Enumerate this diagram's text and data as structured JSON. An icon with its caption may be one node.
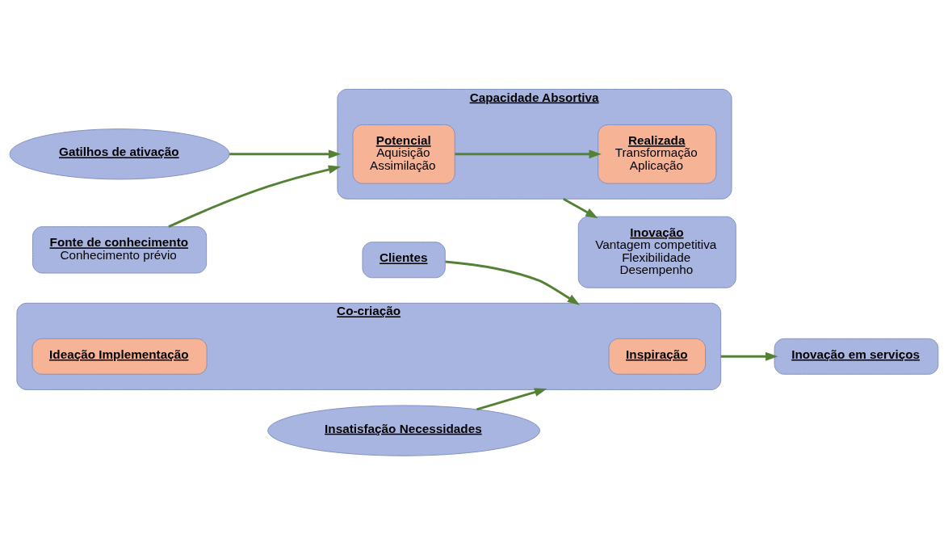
{
  "diagram": {
    "nodes": [
      {
        "text": [
          "Fonte de conhecimento",
          "Conhecimento prévio"
        ]
      },
      {
        "text": [
          "Capacidade Absortiva"
        ]
      },
      {
        "text": [
          "Potencial",
          "Aquisição",
          "Assimilação"
        ],
        "in": 1
      },
      {
        "text": [
          "Realizada",
          "Transformação",
          "Aplicação"
        ],
        "in": 1
      },
      {
        "text": [
          "Inovação",
          "Vantagem competitiva",
          "Flexibilidade",
          "Desempenho"
        ]
      },
      {
        "text": [
          "Gatilhos de ativação"
        ]
      },
      {
        "text": [
          "Clientes"
        ]
      },
      {
        "text": [
          "Co-criação"
        ]
      },
      {
        "text": [
          "Inspiração"
        ],
        "in": 7
      },
      {
        "text": [
          "Ideação Implementação"
        ],
        "in": 7
      },
      {
        "text": [
          "Inovação em serviços"
        ]
      },
      {
        "text": [
          "Insatisfação Necessidades"
        ]
      }
    ],
    "edges": [
      {
        "from": 0,
        "to": 1,
        "arrow": "to"
      },
      {
        "from": 5,
        "to": 1,
        "arrow": "to"
      },
      {
        "from": 2,
        "to": 3,
        "arrow": "to"
      },
      {
        "from": 1,
        "to": 4,
        "arrow": "to"
      },
      {
        "from": 6,
        "to": 7,
        "arrow": "to"
      },
      {
        "from": 11,
        "to": 7,
        "arrow": "to"
      },
      {
        "from": 7,
        "to": 10,
        "arrow": "to"
      }
    ]
  }
}
